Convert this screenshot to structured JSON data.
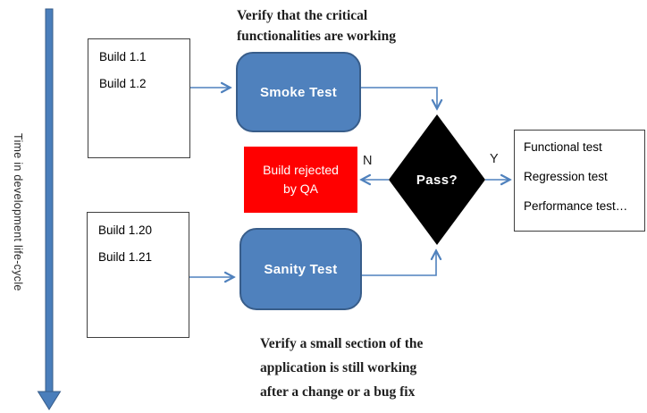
{
  "timeline": {
    "label": "Time in development life-cycle"
  },
  "notes": {
    "smoke": "Verify that the critical\nfunctionalities are working",
    "sanity": "Verify a small section of the\napplication is still working\nafter a change or a bug fix"
  },
  "nodes": {
    "builds_top": {
      "lines": [
        "Build 1.1",
        "Build 1.2"
      ]
    },
    "builds_bottom": {
      "lines": [
        "Build 1.20",
        "Build 1.21"
      ]
    },
    "smoke_test": {
      "label": "Smoke Test"
    },
    "sanity_test": {
      "label": "Sanity Test"
    },
    "rejected": {
      "label": "Build rejected\nby QA"
    },
    "decision": {
      "label": "Pass?"
    },
    "outcomes": {
      "lines": [
        "Functional test",
        "Regression test",
        "Performance test…"
      ]
    }
  },
  "edges": {
    "no": "N",
    "yes": "Y"
  },
  "colors": {
    "node_blue": "#4f81bd",
    "node_blue_border": "#385d8a",
    "rejected_red": "#ff0000",
    "decision_black": "#000000",
    "connector_blue": "#4f81bd",
    "box_outline": "#3f3f3f"
  }
}
